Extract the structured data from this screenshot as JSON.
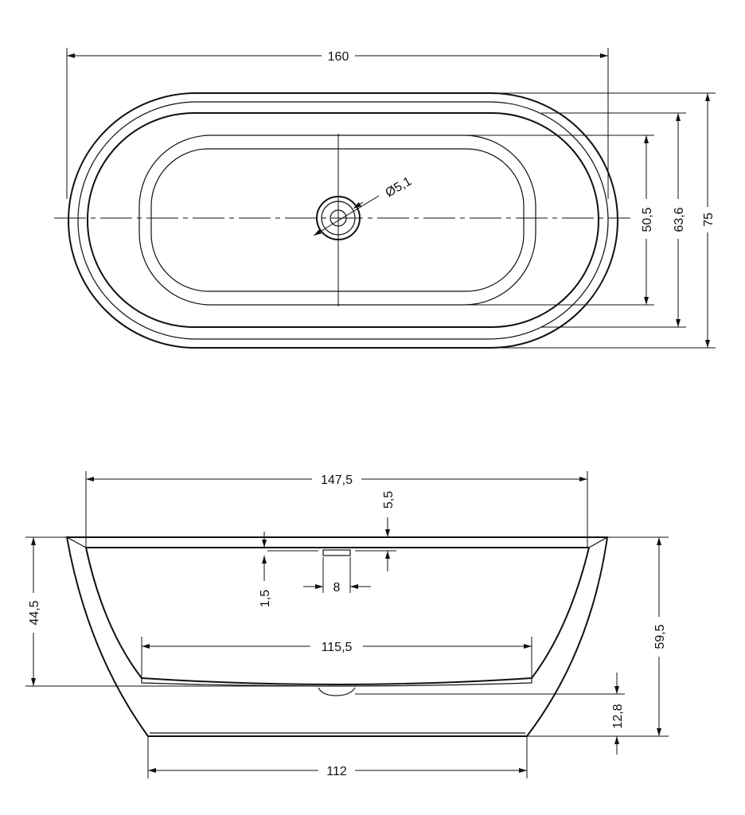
{
  "top_view": {
    "length_label": "160",
    "drain_diameter_label": "Ø5,1",
    "basin_width_label": "50,5",
    "inner_rim_width_label": "63,6",
    "overall_width_label": "75"
  },
  "side_view": {
    "rim_length_label": "147,5",
    "overflow_offset_label": "5,5",
    "rim_thickness_label": "1,5",
    "overflow_width_label": "8",
    "inner_depth_label": "44,5",
    "basin_floor_length_label": "115,5",
    "overall_height_label": "59,5",
    "base_height_label": "12,8",
    "base_length_label": "112"
  }
}
